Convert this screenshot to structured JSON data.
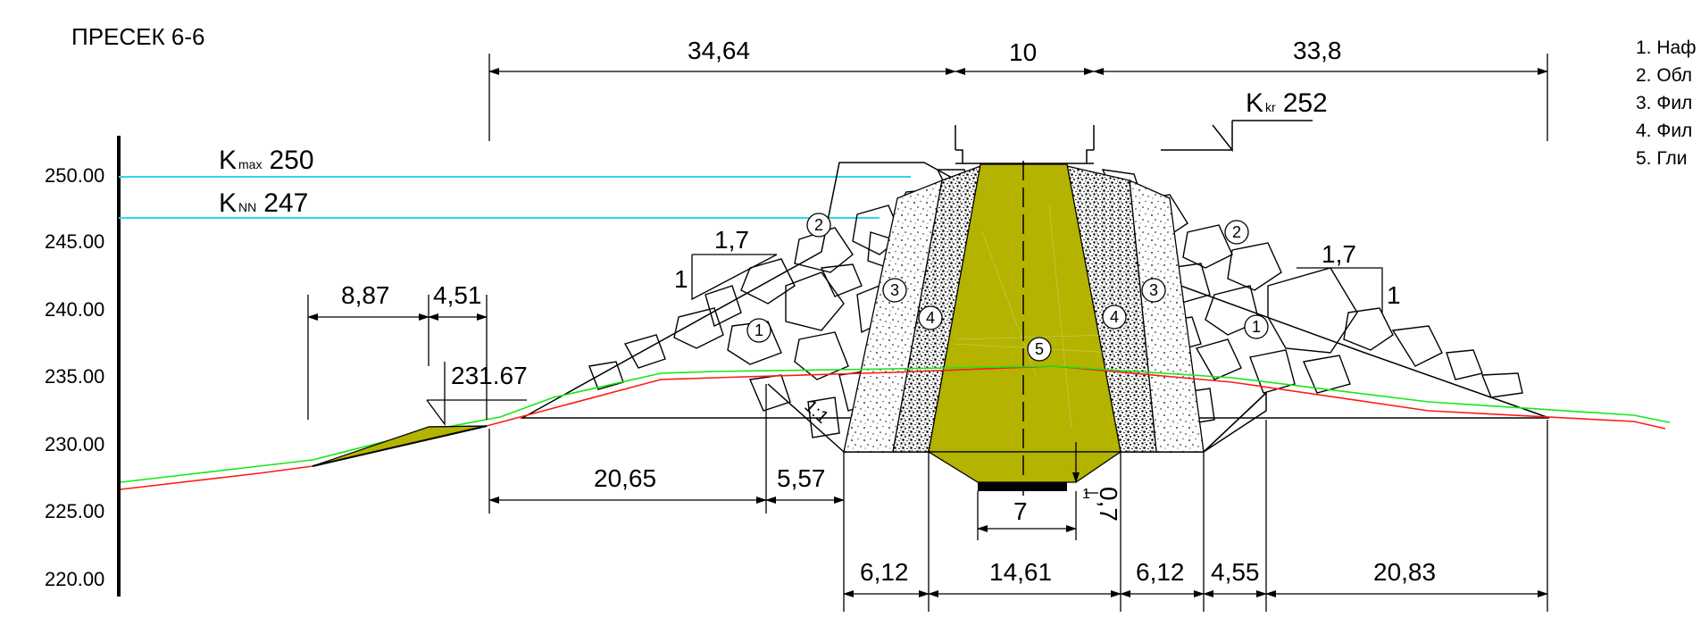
{
  "title": "ПРЕСЕК 6-6",
  "elevation_axis": {
    "ticks": [
      "250.00",
      "245.00",
      "240.00",
      "235.00",
      "230.00",
      "225.00",
      "220.00"
    ]
  },
  "water_levels": {
    "kmax": {
      "main": "K",
      "sub": "max",
      "value": "250"
    },
    "knn": {
      "main": "K",
      "sub": "NN",
      "value": "247"
    },
    "kkr": {
      "main": "K",
      "sub": "kr",
      "value": "252"
    }
  },
  "dimensions": {
    "top_left": "34,64",
    "top_crest": "10",
    "top_right": "33,8",
    "slope_left_h": "1,7",
    "slope_left_v": "1",
    "slope_right_h": "1,7",
    "slope_right_v": "1",
    "berm_left_a": "8,87",
    "berm_left_b": "4,51",
    "berm_elev": "231.67",
    "mid_a": "20,65",
    "mid_b": "5,57",
    "core_slope": "1:1",
    "bottom_1": "6,12",
    "bottom_2": "14,61",
    "bottom_3": "6,12",
    "bottom_4": "4,55",
    "bottom_5": "20,83",
    "cutoff_w": "7",
    "cutoff_h": "0,7",
    "cutoff_small": "1"
  },
  "zones": {
    "z1": "1",
    "z2": "2",
    "z3": "3",
    "z4": "4",
    "z5": "5"
  },
  "legend": {
    "items": [
      "1. Наф",
      "2. Обл",
      "3. Фил",
      "4. Фил",
      "5. Гли"
    ]
  },
  "colors": {
    "water": "#2fd6e6",
    "terrain_existing": "#19e619",
    "terrain_design": "#ff1a1a",
    "core": "#b3b300",
    "core_dark": "#9e9a00"
  }
}
